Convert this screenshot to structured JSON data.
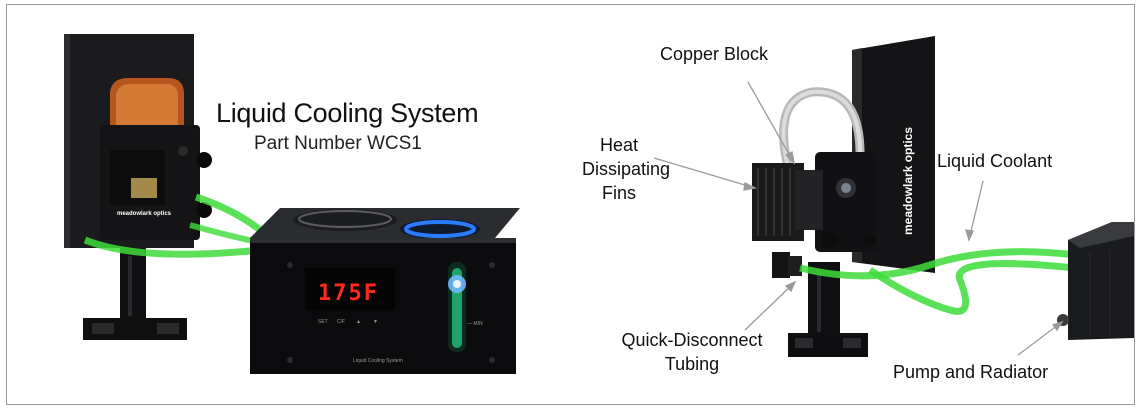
{
  "header": {
    "title": "Liquid Cooling System",
    "subtitle": "Part Number WCS1"
  },
  "unit_display": {
    "temperature_readout": "175F",
    "button_labels": [
      "SET",
      "C/F",
      "▲",
      "▼"
    ],
    "level_label": "— MIN",
    "front_label": "Liquid Cooling System"
  },
  "brand": {
    "left_mark": "meadowlark optics",
    "right_mark": "meadowlark optics"
  },
  "callouts": {
    "copper_block": "Copper Block",
    "heat_fins_lines": [
      "Heat",
      "Dissipating",
      "Fins"
    ],
    "liquid_coolant": "Liquid Coolant",
    "quick_disconnect_lines": [
      "Quick-Disconnect",
      "Tubing"
    ],
    "pump_radiator": "Pump and Radiator"
  },
  "colors": {
    "frame_border": "#9a9a9a",
    "coolant_tube": "#3ddc3a",
    "display_red": "#ff2a1a",
    "fan_ring_blue": "#2a7bff",
    "copper": "#b5571c"
  }
}
